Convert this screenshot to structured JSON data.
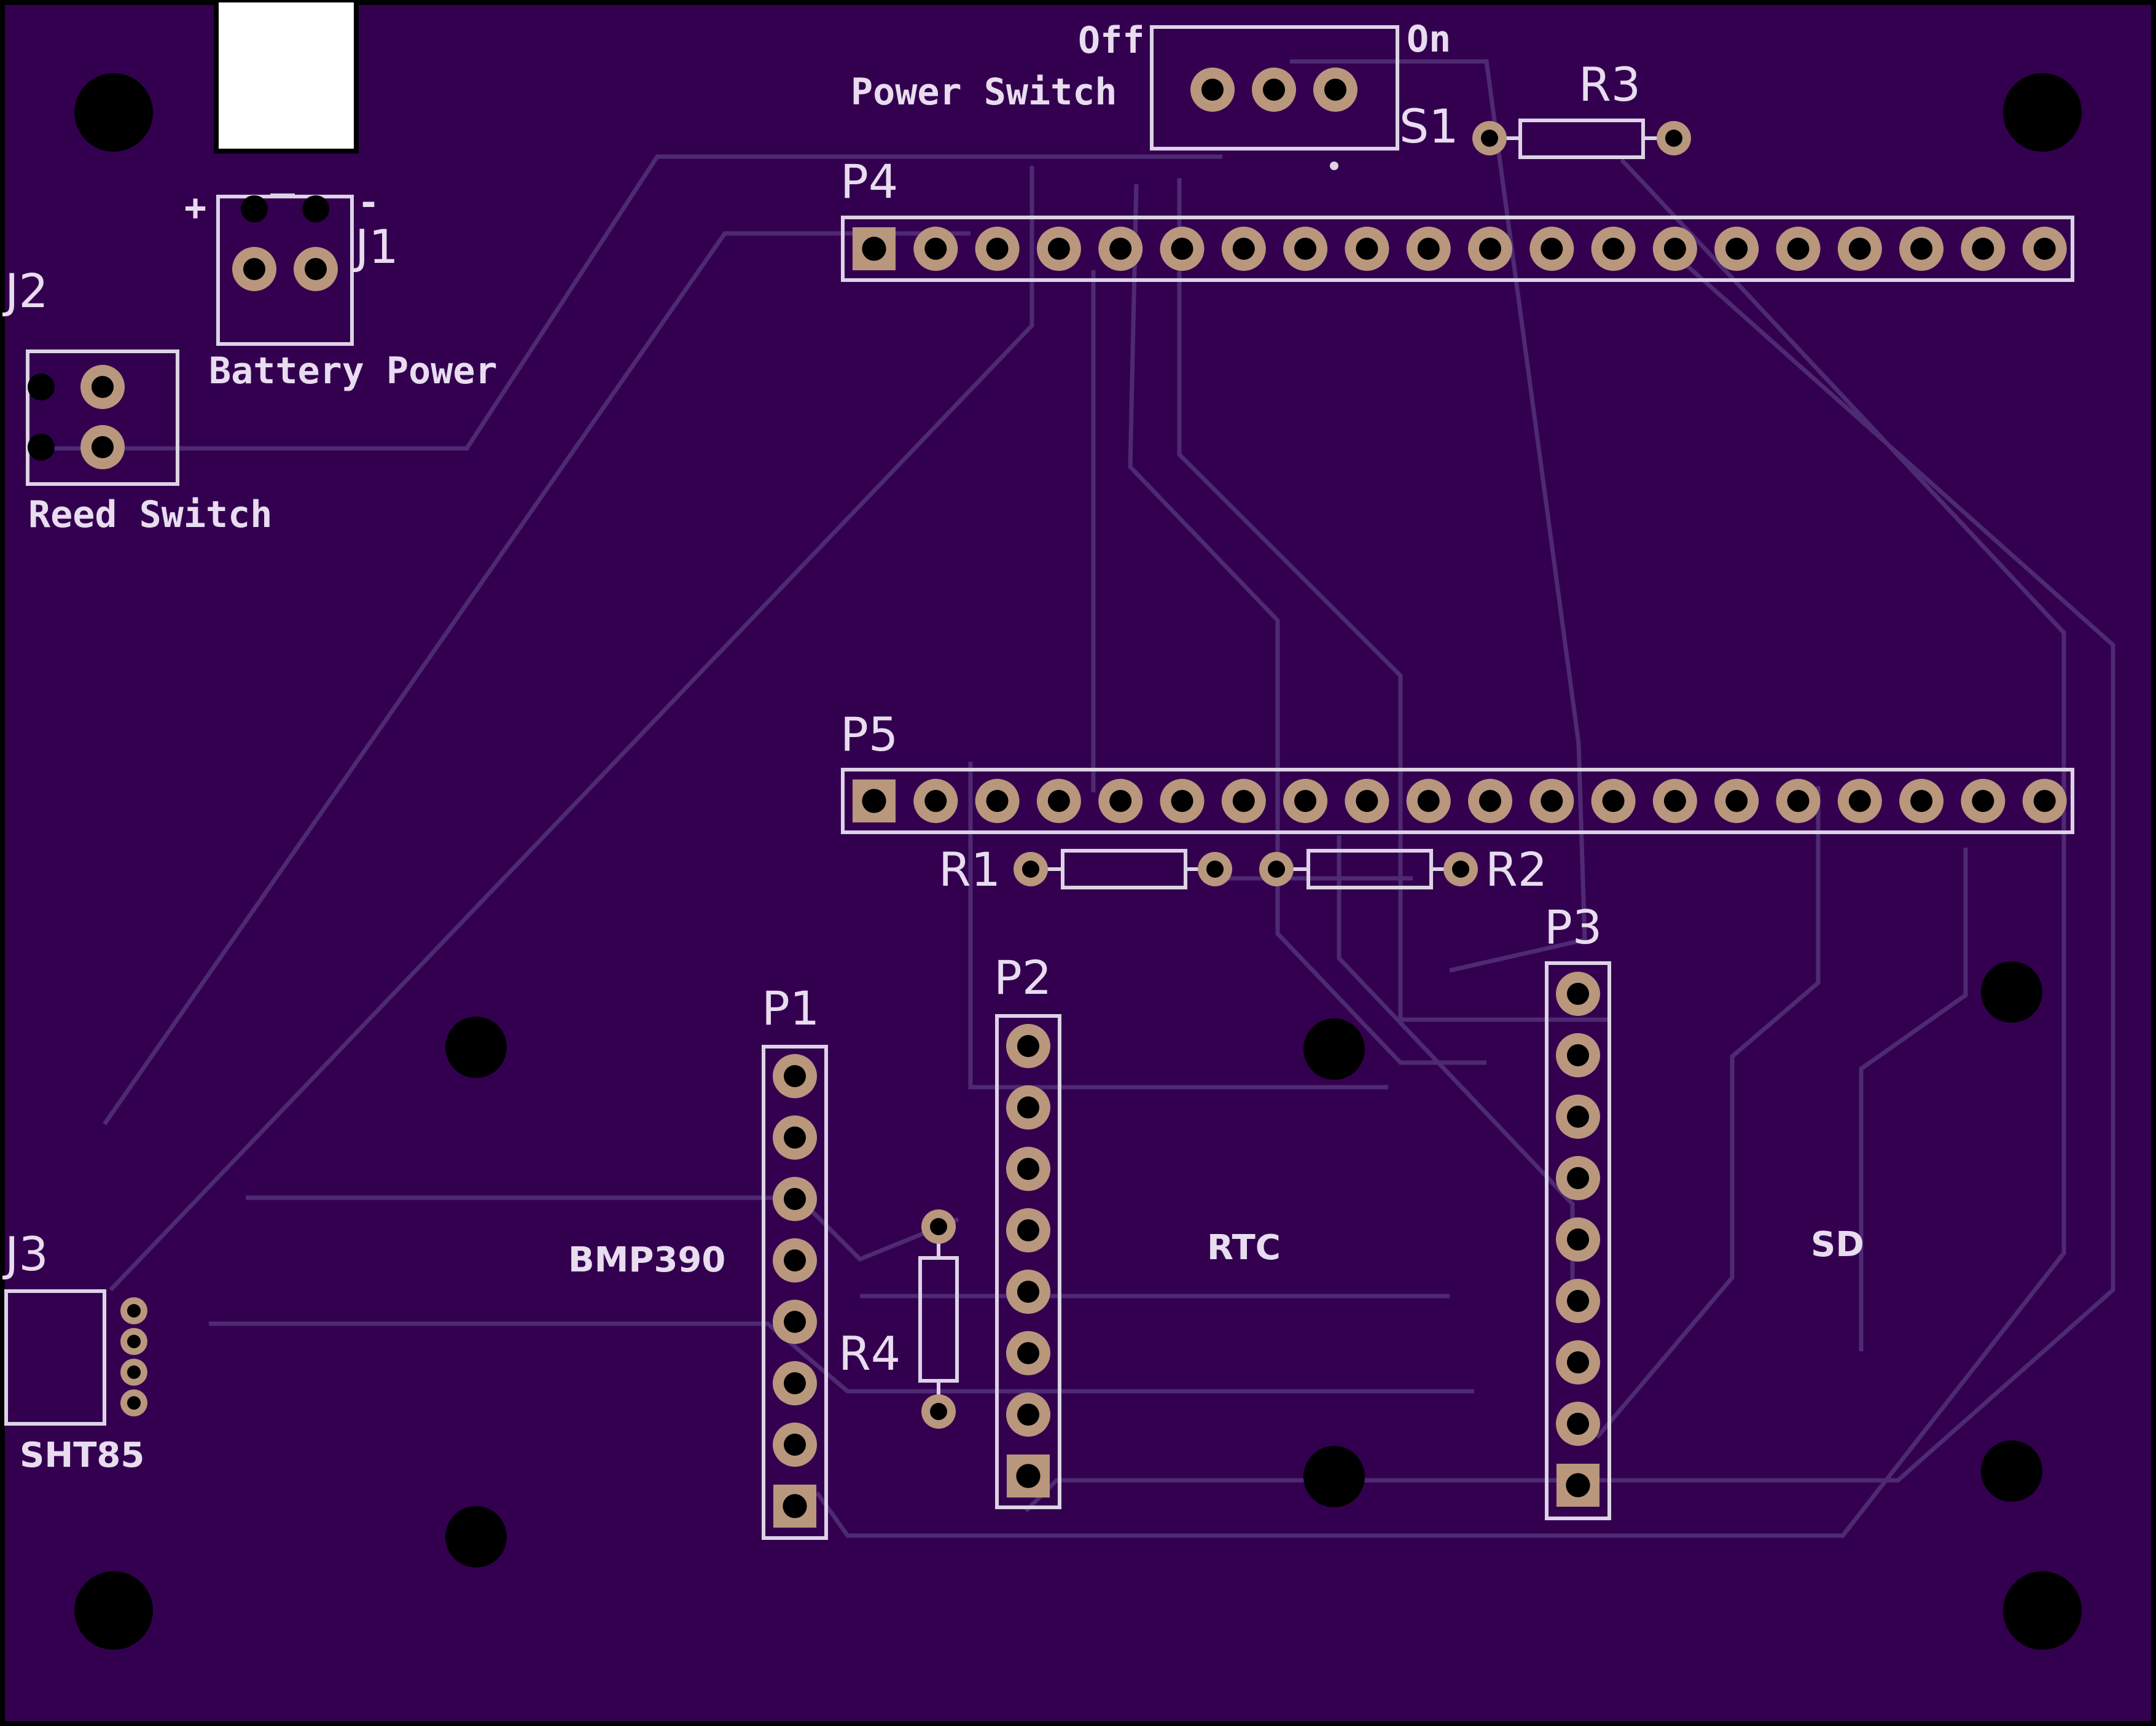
{
  "colors": {
    "board": "#33004f",
    "trace": "#4e2a72",
    "silk": "#ddd3e6",
    "pad": "#b8977d",
    "hole": "#000000"
  },
  "labels": {
    "off": "Off",
    "on": "On",
    "power_switch": "Power Switch",
    "s1": "S1",
    "r3": "R3",
    "p4": "P4",
    "j1": "J1",
    "j1_plus": "+",
    "j1_minus": "-",
    "battery_power": "Battery Power",
    "j2": "J2",
    "reed_switch": "Reed Switch",
    "p5": "P5",
    "r1": "R1",
    "r2": "R2",
    "p3": "P3",
    "p2": "P2",
    "p1": "P1",
    "r4": "R4",
    "j3": "J3",
    "sht85": "SHT85",
    "bmp390": "BMP390",
    "rtc": "RTC",
    "sd": "SD"
  },
  "headers": {
    "p4_pins": 20,
    "p5_pins": 20,
    "p1_pins": 8,
    "p2_pins": 8,
    "p3_pins": 9
  }
}
